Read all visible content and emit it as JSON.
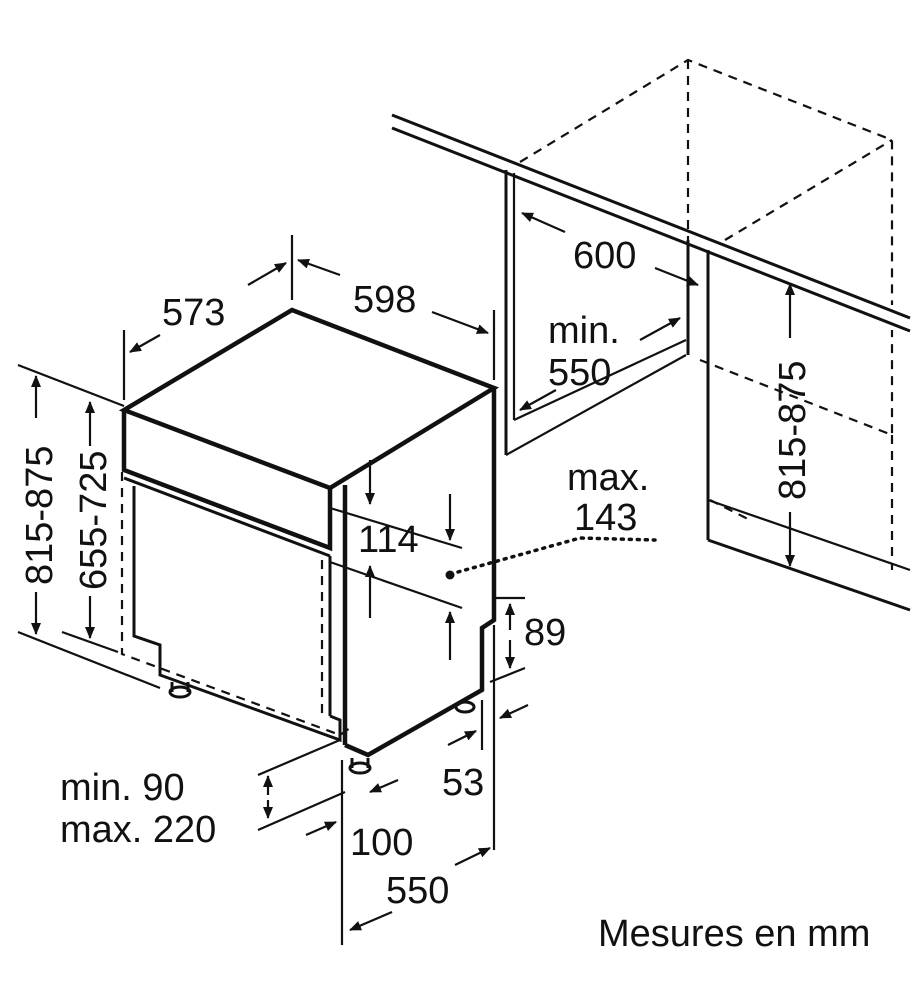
{
  "labels": {
    "depth_573": "573",
    "width_598": "598",
    "niche_width": "600",
    "niche_depth_min_label": "min.",
    "niche_depth_min_value": "550",
    "height_left_outer": "815-875",
    "height_left_inner": "655-725",
    "height_right": "815-875",
    "panel_114": "114",
    "max_label": "max.",
    "max_value": "143",
    "plinth_89": "89",
    "foot_53": "53",
    "plinth_min": "min. 90",
    "plinth_max": "max. 220",
    "dim_100": "100",
    "dim_550": "550",
    "units_note": "Mesures en mm"
  },
  "colors": {
    "line": "#111111",
    "background": "#ffffff"
  }
}
